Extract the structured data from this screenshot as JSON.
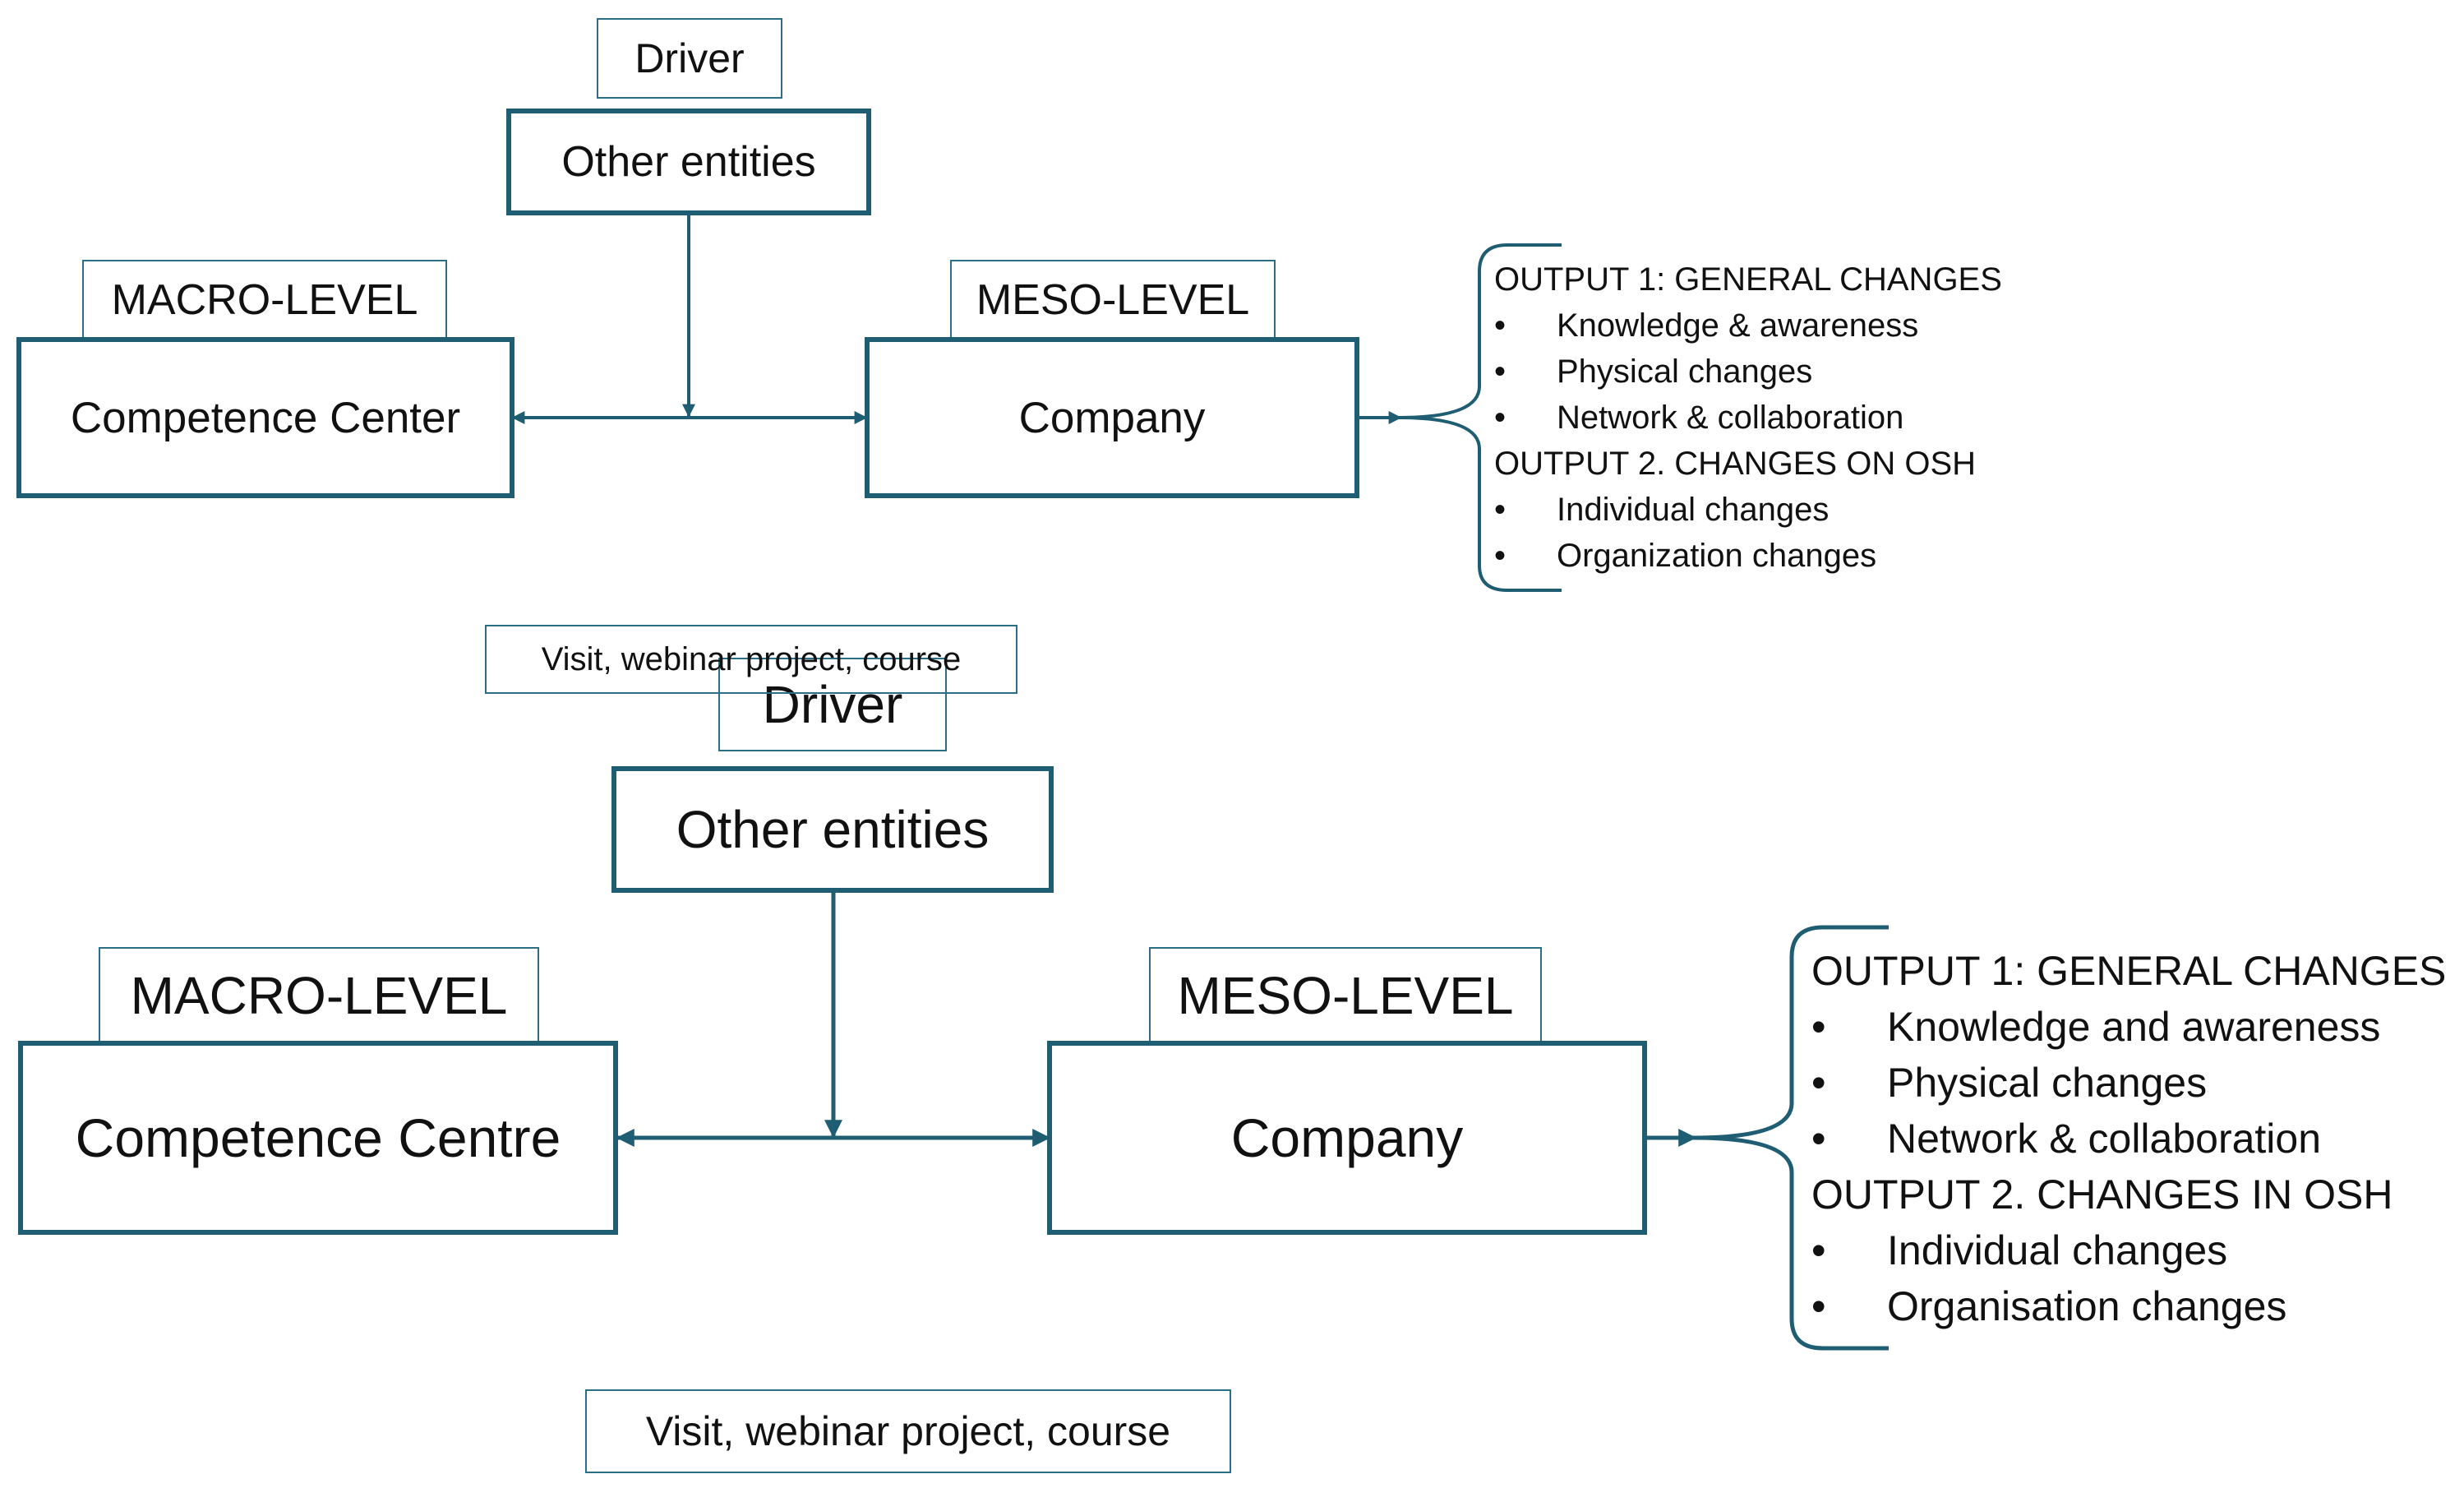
{
  "colors": {
    "primary": "#1f5d72",
    "tag_border": "#2b6f86",
    "text": "#111111"
  },
  "top": {
    "driver_label": "Driver",
    "driver_box": "Other entities",
    "macro_label": "MACRO-LEVEL",
    "macro_box": "Competence Center",
    "meso_label": "MESO-LEVEL",
    "meso_box": "Company",
    "activity_label": "Visit, webinar project, course",
    "outputs": [
      {
        "text": "OUTPUT 1: GENERAL CHANGES",
        "bullet": false
      },
      {
        "text": "Knowledge & awareness",
        "bullet": true
      },
      {
        "text": "Physical changes",
        "bullet": true
      },
      {
        "text": "Network & collaboration",
        "bullet": true
      },
      {
        "text": "OUTPUT 2. CHANGES ON OSH",
        "bullet": false
      },
      {
        "text": "Individual changes",
        "bullet": true
      },
      {
        "text": "Organization changes",
        "bullet": true
      }
    ]
  },
  "bottom": {
    "driver_label": "Driver",
    "driver_box": "Other entities",
    "macro_label": "MACRO-LEVEL",
    "macro_box": "Competence Centre",
    "meso_label": "MESO-LEVEL",
    "meso_box": "Company",
    "activity_label": "Visit, webinar project, course",
    "outputs": [
      {
        "text": "OUTPUT 1: GENERAL CHANGES",
        "bullet": false
      },
      {
        "text": "Knowledge and awareness",
        "bullet": true
      },
      {
        "text": "Physical changes",
        "bullet": true
      },
      {
        "text": "Network & collaboration",
        "bullet": true
      },
      {
        "text": "OUTPUT 2. CHANGES IN OSH",
        "bullet": false
      },
      {
        "text": "Individual changes",
        "bullet": true
      },
      {
        "text": "Organisation changes",
        "bullet": true
      }
    ]
  }
}
